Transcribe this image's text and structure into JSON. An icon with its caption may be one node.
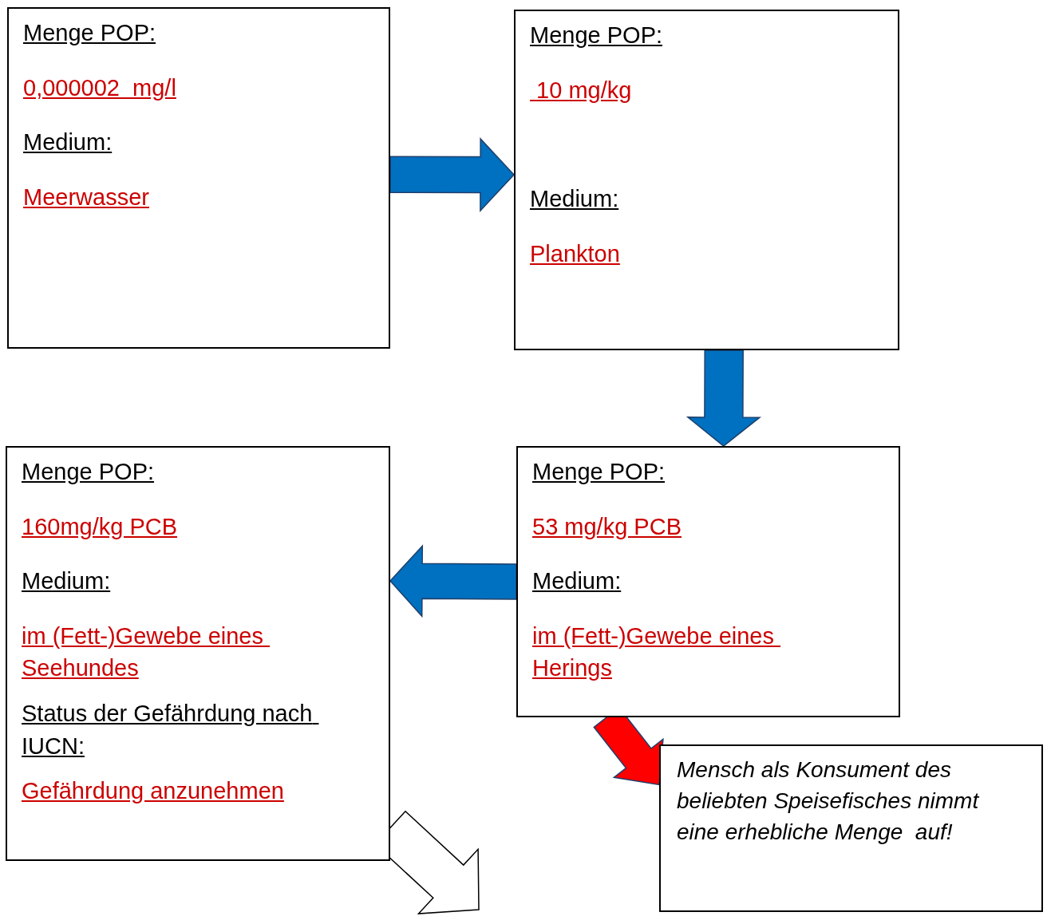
{
  "diagram": {
    "nodes": [
      {
        "text": [
          "Menge POP:",
          "0,000002  mg/l",
          "Medium:",
          "Meerwasser"
        ]
      },
      {
        "text": [
          "Menge POP:",
          " 10 mg/kg",
          "Medium:",
          "Plankton"
        ]
      },
      {
        "text": [
          "Menge POP:",
          "160mg/kg PCB",
          "Medium:",
          "im (Fett-)Gewebe eines Seehundes",
          "Status der Gefährdung nach IUCN:",
          "Gefährdung anzunehmen"
        ]
      },
      {
        "text": [
          "Menge POP:",
          "53 mg/kg PCB",
          "Medium:",
          "im (Fett-)Gewebe eines Herings"
        ]
      },
      {
        "text": [
          "Mensch als Konsument des beliebten Speisefisches nimmt eine erhebliche Menge  auf!"
        ]
      }
    ],
    "edges": [
      {
        "from": 0,
        "to": 1,
        "arrow": "to"
      },
      {
        "from": 1,
        "to": 3,
        "arrow": "to"
      },
      {
        "from": 3,
        "to": 2,
        "arrow": "to"
      },
      {
        "from": 3,
        "to": 4,
        "arrow": "to",
        "color": "#ff0000"
      },
      {
        "from": 2,
        "to": null,
        "arrow": "to",
        "color": "#ffffff"
      }
    ]
  }
}
